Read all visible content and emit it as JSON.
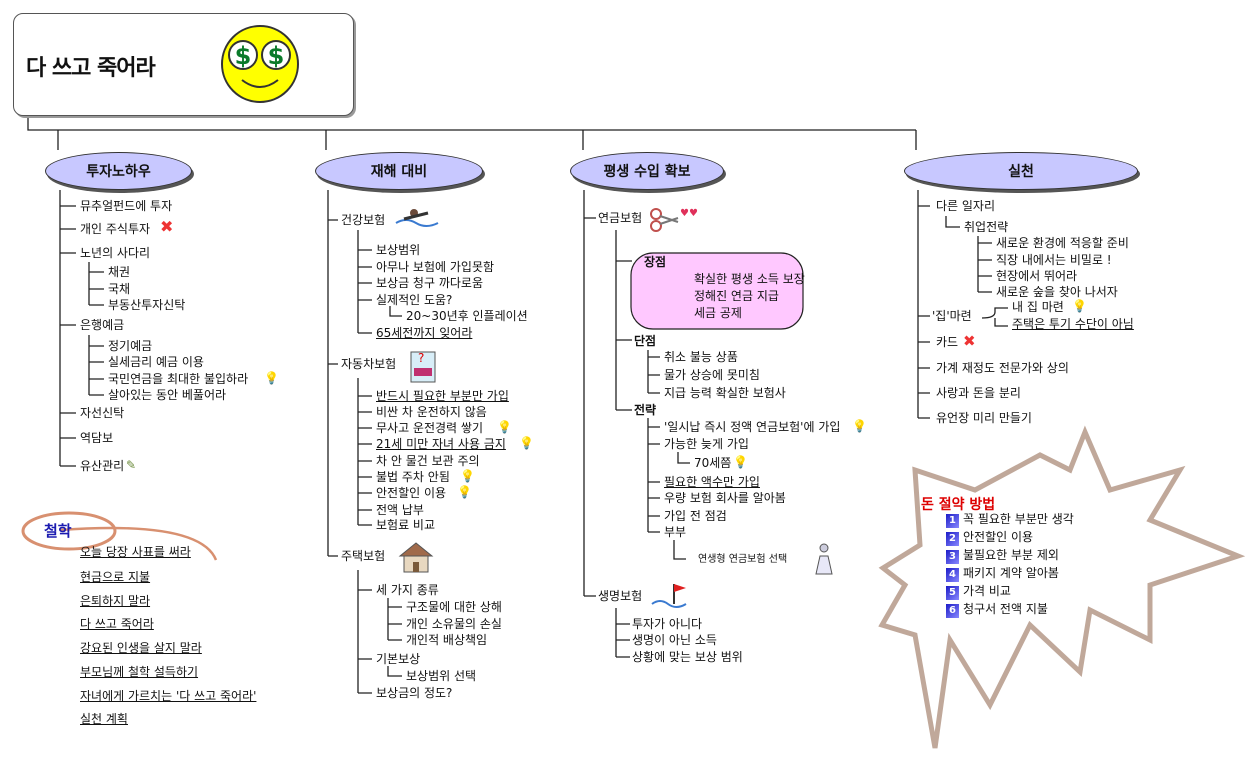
{
  "title": "다 쓰고 죽어라",
  "colors": {
    "branch_fill": "#c8c8ff",
    "pink_box": "#ffc8ff",
    "cross": "#e33",
    "philosophy": "#1a1ab0",
    "money_title": "#dd0000"
  },
  "branches": {
    "invest": {
      "label": "투자노하우",
      "items": [
        "뮤추얼펀드에 투자",
        "개인 주식투자",
        "노년의 사다리",
        "채권",
        "국채",
        "부동산투자신탁",
        "은행예금",
        "정기예금",
        "실세금리 예금 이용",
        "국민연금을 최대한 불입하라",
        "살아있는 동안 베풀어라",
        "자선신탁",
        "역담보",
        "유산관리"
      ]
    },
    "disaster": {
      "label": "재해 대비",
      "health": {
        "label": "건강보험",
        "items": [
          "보상범위",
          "아무나 보험에 가입못함",
          "보상금 청구 까다로움",
          "실제적인 도움?",
          "20~30년후 인플레이션",
          "65세전까지 잊어라"
        ]
      },
      "car": {
        "label": "자동차보험",
        "items": [
          "반드시 필요한 부분만 가입",
          "비싼 차 운전하지 않음",
          "무사고 운전경력 쌓기",
          "21세 미만 자녀 사용 금지",
          "차 안 물건 보관 주의",
          "불법 주차 안됨",
          "안전할인 이용",
          "전액 납부",
          "보험료 비교"
        ]
      },
      "house": {
        "label": "주택보험",
        "items": [
          "세 가지 종류",
          "구조물에 대한 상해",
          "개인 소유물의 손실",
          "개인적 배상책임",
          "기본보상",
          "보상범위 선택",
          "보상금의 정도?"
        ]
      }
    },
    "income": {
      "label": "평생 수입 확보",
      "annuity": {
        "label": "연금보험"
      },
      "pros": {
        "label": "장점",
        "items": [
          "확실한 평생 소득 보장",
          "정해진 연금 지급",
          "세금 공제"
        ]
      },
      "cons": {
        "label": "단점",
        "items": [
          "취소 불능 상품",
          "물가 상승에 못미침",
          "지급 능력 확실한 보험사"
        ]
      },
      "strategy": {
        "label": "전략",
        "items": [
          "'일시납 즉시 정액 연금보험'에 가입",
          "가능한 늦게 가입",
          "70세쯤",
          "필요한 액수만 가입",
          "우량 보험 회사를 알아봄",
          "가입 전 점검",
          "부부",
          "연생형 연금보험 선택"
        ]
      },
      "life": {
        "label": "생명보험",
        "items": [
          "투자가 아니다",
          "생명이 아닌 소득",
          "상황에 맞는 보상 범위"
        ]
      }
    },
    "practice": {
      "label": "실천",
      "items": [
        "다른 일자리",
        "취업전략",
        "새로운 환경에 적응할 준비",
        "직장 내에서는 비밀로 !",
        "현장에서 뛰어라",
        "새로운 숲을 찾아 나서자",
        "'집'마련",
        "내 집 마련",
        "주택은 투기 수단이 아님",
        "카드",
        "가계 재정도 전문가와 상의",
        "사랑과 돈을 분리",
        "유언장 미리 만들기"
      ]
    }
  },
  "philosophy": {
    "label": "철학",
    "items": [
      "오늘 당장 사표를 써라",
      "현금으로 지불",
      "은퇴하지 말라",
      "다 쓰고 죽어라",
      "강요된 인생을 살지 말라",
      "부모님께 철학 설득하기",
      "자녀에게 가르치는 '다 쓰고 죽어라'",
      "실천 계획"
    ]
  },
  "money_saving": {
    "label": "돈 절약 방법",
    "items": [
      {
        "num": "1",
        "text": "꼭 필요한 부분만 생각"
      },
      {
        "num": "2",
        "text": "안전할인 이용"
      },
      {
        "num": "3",
        "text": "불필요한 부분 제외"
      },
      {
        "num": "4",
        "text": "패키지 계약 알아봄"
      },
      {
        "num": "5",
        "text": "가격 비교"
      },
      {
        "num": "6",
        "text": "청구서 전액 지불"
      }
    ]
  },
  "icons": [
    "smiley-dollar-icon",
    "cross-icon",
    "bulb-icon",
    "memo-icon",
    "swimmer-icon",
    "car-icon",
    "house-icon",
    "scissors-hearts-icon",
    "drowning-flag-icon",
    "couple-icon",
    "starburst-shape"
  ]
}
